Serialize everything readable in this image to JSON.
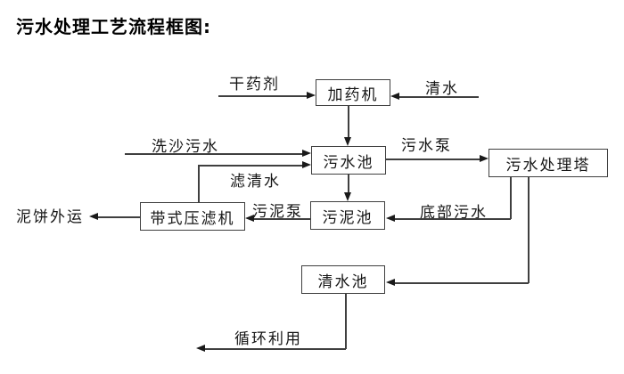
{
  "title": "污水处理工艺流程框图:",
  "nodes": [
    {
      "id": "dosing-machine",
      "label": "加药机"
    },
    {
      "id": "sewage-pool",
      "label": "污水池"
    },
    {
      "id": "sewage-treatment-tower",
      "label": "污水处理塔"
    },
    {
      "id": "belt-filter-press",
      "label": "带式压滤机"
    },
    {
      "id": "sludge-pool",
      "label": "污泥池"
    },
    {
      "id": "clean-water-pool",
      "label": "清水池"
    }
  ],
  "edges": [
    {
      "id": "dry-agent",
      "label": "干药剂"
    },
    {
      "id": "clean-water-in",
      "label": "清水"
    },
    {
      "id": "sand-washing-sewage",
      "label": "洗沙污水"
    },
    {
      "id": "sewage-pump",
      "label": "污水泵"
    },
    {
      "id": "filtered-water",
      "label": "滤清水"
    },
    {
      "id": "bottom-sewage",
      "label": "底部污水"
    },
    {
      "id": "sludge-pump",
      "label": "污泥泵"
    },
    {
      "id": "mud-cake-out",
      "label": "泥饼外运"
    },
    {
      "id": "recycle-use",
      "label": "循环利用"
    }
  ],
  "flows": [
    {
      "from": "干药剂",
      "to": "加药机",
      "label": ""
    },
    {
      "from": "清水",
      "to": "加药机",
      "label": ""
    },
    {
      "from": "加药机",
      "to": "污水池",
      "label": ""
    },
    {
      "from": "洗沙污水",
      "to": "污水池",
      "label": ""
    },
    {
      "from": "带式压滤机",
      "to": "污水池",
      "label": "滤清水"
    },
    {
      "from": "污水池",
      "to": "污水处理塔",
      "label": "污水泵"
    },
    {
      "from": "污水池",
      "to": "污泥池",
      "label": ""
    },
    {
      "from": "污水处理塔",
      "to": "污泥池",
      "label": "底部污水"
    },
    {
      "from": "污泥池",
      "to": "带式压滤机",
      "label": "污泥泵"
    },
    {
      "from": "带式压滤机",
      "to": "泥饼外运",
      "label": ""
    },
    {
      "from": "污水处理塔",
      "to": "清水池",
      "label": ""
    },
    {
      "from": "清水池",
      "to": "循环利用",
      "label": ""
    }
  ],
  "colors": {
    "line": "#3f3f3f",
    "arrow": "#1a1a1a",
    "text": "#161616",
    "background": "#ffffff"
  }
}
